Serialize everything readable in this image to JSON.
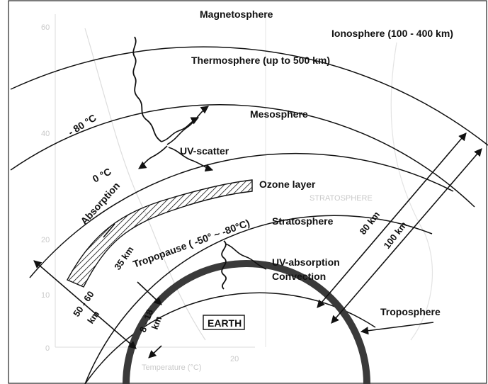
{
  "labels": {
    "magnetosphere": "Magnetosphere",
    "ionosphere": "Ionosphere (100 - 400 km)",
    "thermosphere": "Thermosphere (up to 500 km)",
    "mesosphere": "Mesosphere",
    "temp_minus80": "- 80 °C",
    "uv_scatter": "UV-scatter",
    "temp_zero": "0 °C",
    "absorption": "Absorption",
    "ozone_layer": "Ozone layer",
    "stratosphere": "Stratosphere",
    "tropopause": "Tropopause ( -50°  ~ -80°C)",
    "uv_absorption": "UV-absorption",
    "convection": "Convection",
    "earth": "EARTH",
    "troposphere": "Troposphere",
    "dim_35km": "35 km",
    "dim_50_60km": "50 - 60",
    "dim_50_60km_unit": "km",
    "dim_8_18km": "8 - 18",
    "dim_8_18km_unit": "km",
    "dim_80km": "80 km",
    "dim_100km": "100 km"
  },
  "background_ghost": {
    "ytick_60": "60",
    "ytick_40": "40",
    "ytick_20": "20",
    "ytick_10": "10",
    "ytick_0": "0",
    "xtick_20": "20",
    "stratosphere_caps": "STRATOSPHERE",
    "temperature_label": "Temperature (°C)"
  },
  "colors": {
    "line": "#111111",
    "earth_ring": "#3a3a3a",
    "ghost": "#c4c4c4"
  }
}
